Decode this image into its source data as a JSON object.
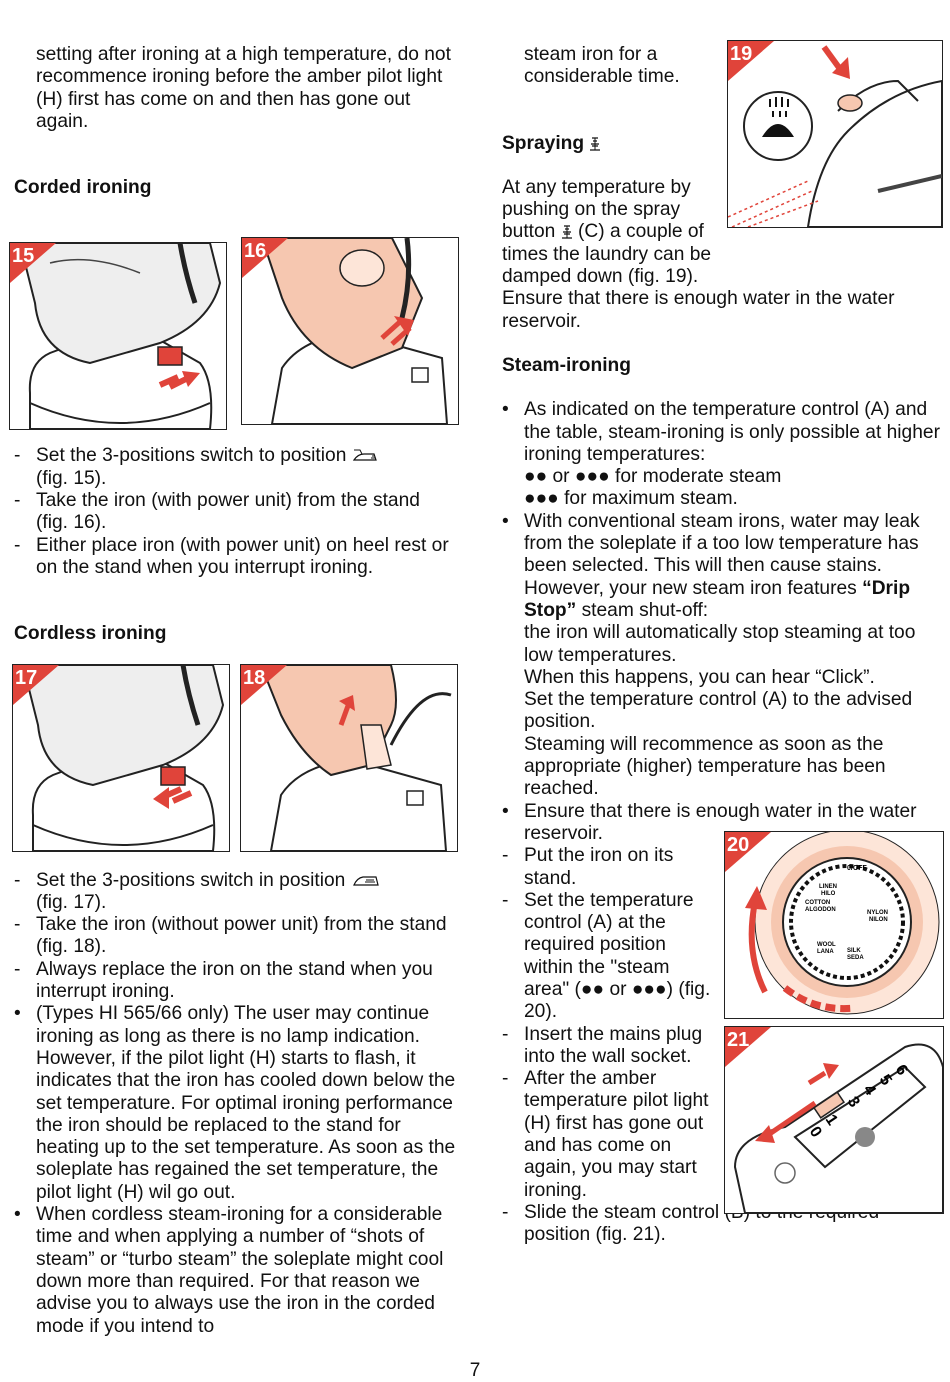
{
  "left": {
    "intro": "setting after ironing at a high temperature, do not recommence ironing before the amber pilot light (H) first has come on and then has gone out again.",
    "corded_heading": "Corded ironing",
    "corded_items": [
      {
        "marker": "-",
        "text": "Set the 3-positions switch to position",
        "fig": "(fig. 15)."
      },
      {
        "marker": "-",
        "text": "Take the iron (with power unit) from the stand",
        "fig": "(fig. 16)."
      },
      {
        "marker": "-",
        "text": "Either place iron (with power unit) on heel rest or on the stand when you interrupt ironing."
      }
    ],
    "cordless_heading": "Cordless ironing",
    "cordless_items": [
      {
        "marker": "-",
        "text": "Set the 3-positions switch in position",
        "fig": "(fig.  17)."
      },
      {
        "marker": "-",
        "text": "Take the iron (without power unit) from the stand (fig. 18)."
      },
      {
        "marker": "-",
        "text": "Always replace the iron on the stand when you interrupt ironing."
      },
      {
        "marker": "•",
        "text": "(Types HI 565/66 only) The user may continue ironing as long as there is no lamp indication. However, if the pilot light (H) starts to flash, it indicates that the iron has cooled down below the set temperature. For optimal ironing performance the iron should be replaced to the stand for heating up to the set temperature. As soon as the soleplate has regained the set temperature, the pilot light (H) wil go out."
      },
      {
        "marker": "•",
        "text": "When cordless steam-ironing for a considerable time and when applying a number of “shots of steam” or “turbo steam” the soleplate might cool down more than required. For that reason we advise you to always use the iron in the corded mode if you intend to"
      }
    ]
  },
  "right": {
    "intro": "steam iron for a considerable time.",
    "spraying_heading": "Spraying",
    "spraying_text_a": "At any temperature by pushing on the spray button",
    "spraying_text_b": "(C) a couple of times the laundry can be damped down (fig. 19).",
    "spraying_text_c": "Ensure that there is enough water in the water reservoir.",
    "steam_heading": "Steam-ironing",
    "steam_item1_a": "As indicated on the temperature control (A) and the table, steam-ironing is only possible at higher ironing temperatures:",
    "steam_item1_b": "●● or ●●● for moderate steam",
    "steam_item1_c": "●●● for maximum steam.",
    "steam_item2_a": "With conventional steam irons, water may leak from the soleplate if a too low temperature has been selected. This will then cause stains. However, your new steam iron features",
    "steam_item2_bold": "“Drip Stop”",
    "steam_item2_b": "steam shut-off:",
    "steam_item2_c": "the iron will automatically stop steaming at too low temperatures.",
    "steam_item2_d": "When this happens, you can hear “Click”.",
    "steam_item2_e": "Set the temperature control (A) to the advised position.",
    "steam_item2_f": "Steaming will recommence as soon as the appropriate (higher) temperature has been reached.",
    "steam_item3": "Ensure that there is enough water in the water reservoir.",
    "steps": [
      "Put the iron on its stand.",
      "Set the temperature control (A) at the required position within the \"steam area\" (●● or ●●●) (fig. 20).",
      "Insert the mains plug into the wall socket.",
      "After the amber temperature pilot light (H) first has gone out and has come on again, you may start ironing.",
      "Slide the steam control (B) to the required position (fig. 21)."
    ],
    "bullet": "•",
    "dash": "-"
  },
  "figures": {
    "fig15": "15",
    "fig16": "16",
    "fig17": "17",
    "fig18": "18",
    "fig19": "19",
    "fig20": "20",
    "fig21": "21"
  },
  "dial_labels": {
    "off": "0/OFF",
    "linen": "LINEN",
    "hilo": "HILO",
    "cotton": "COTTON",
    "algodon": "ALGODON",
    "nylon": "NYLON",
    "nilon": "NILON",
    "wool": "WOOL",
    "lana": "LANA",
    "silk": "SILK",
    "seda": "SEDA"
  },
  "slider_digits": [
    "6",
    "5",
    "4",
    "3",
    "1",
    "0"
  ],
  "page_number": "7",
  "colors": {
    "accent": "#e0443a",
    "peach": "#f6c7b0",
    "text": "#111111"
  }
}
